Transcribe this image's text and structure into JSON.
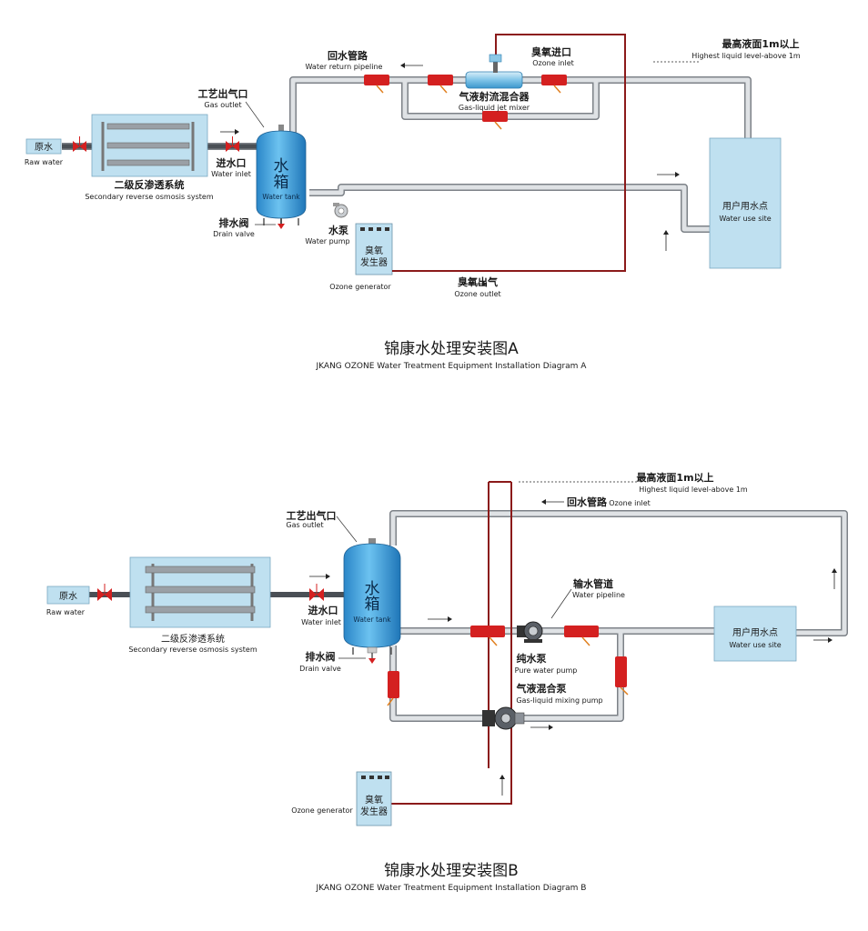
{
  "diagram_a": {
    "caption_cn": "锦康水处理安装图A",
    "caption_en": "JKANG OZONE Water Treatment Equipment Installation Diagram A",
    "raw_water_cn": "原水",
    "raw_water_en": "Raw water",
    "ro_cn": "二级反渗透系统",
    "ro_en": "Secondary reverse osmosis system",
    "gas_outlet_cn": "工艺出气口",
    "gas_outlet_en": "Gas outlet",
    "water_inlet_cn": "进水口",
    "water_inlet_en": "Water inlet",
    "tank_cn_1": "水",
    "tank_cn_2": "箱",
    "tank_en": "Water tank",
    "drain_cn": "排水阀",
    "drain_en": "Drain valve",
    "pump_cn": "水泵",
    "pump_en": "Water pump",
    "ozone_gen_cn_1": "臭氧",
    "ozone_gen_cn_2": "发生器",
    "ozone_gen_en": "Ozone generator",
    "return_cn": "回水管路",
    "return_en": "Water return pipeline",
    "ozone_inlet_cn": "臭氧进口",
    "ozone_inlet_en": "Ozone inlet",
    "mixer_cn": "气液射流混合器",
    "mixer_en": "Gas-liquid jet mixer",
    "highest_cn": "最高液面1m以上",
    "highest_en": "Highest liquid level-above 1m",
    "use_site_cn": "用户用水点",
    "use_site_en": "Water use site",
    "ozone_outlet_cn": "臭氧出气",
    "ozone_outlet_en": "Ozone outlet"
  },
  "diagram_b": {
    "caption_cn": "锦康水处理安装图B",
    "caption_en": "JKANG OZONE Water Treatment Equipment Installation Diagram B",
    "raw_water_cn": "原水",
    "raw_water_en": "Raw water",
    "ro_cn": "二级反渗透系统",
    "ro_en": "Secondary reverse osmosis system",
    "gas_outlet_cn": "工艺出气口",
    "gas_outlet_en": "Gas outlet",
    "water_inlet_cn": "进水口",
    "water_inlet_en": "Water inlet",
    "tank_cn_1": "水",
    "tank_cn_2": "箱",
    "tank_en": "Water tank",
    "drain_cn": "排水阀",
    "drain_en": "Drain valve",
    "highest_cn": "最高液面1m以上",
    "highest_en": "Highest liquid level-above 1m",
    "return_cn": "回水管路",
    "return_en": "Ozone inlet",
    "pipeline_cn": "输水管道",
    "pipeline_en": "Water pipeline",
    "pure_pump_cn": "纯水泵",
    "pure_pump_en": "Pure water pump",
    "mix_pump_cn": "气液混合泵",
    "mix_pump_en": "Gas-liquid mixing pump",
    "use_site_cn": "用户用水点",
    "use_site_en": "Water use site",
    "ozone_gen_cn_1": "臭氧",
    "ozone_gen_cn_2": "发生器",
    "ozone_gen_en": "Ozone generator"
  },
  "colors": {
    "pipe": "#c8ccd0",
    "pipe_edge": "#7d8288",
    "ozone_line": "#8b1a1a",
    "valve": "#d42020",
    "box_fill": "#bfe0f0",
    "tank": "#3a9bd8"
  }
}
